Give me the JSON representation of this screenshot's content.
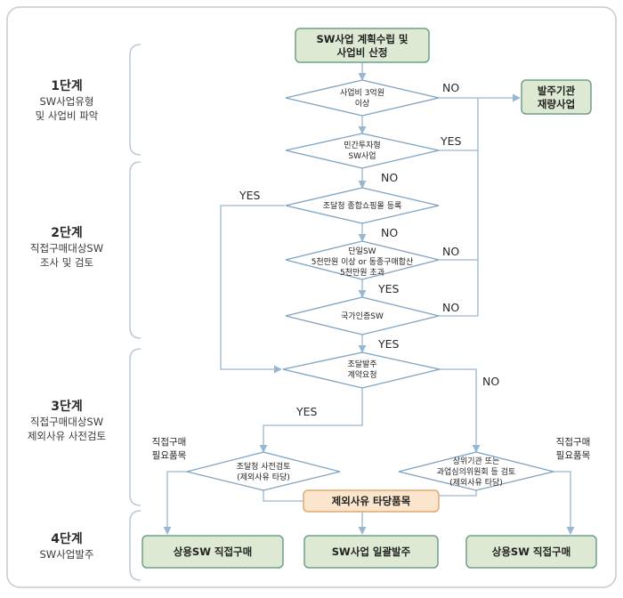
{
  "stages": [
    {
      "title": "1단계",
      "lines": [
        "SW사업유형",
        "및 사업비 파악"
      ]
    },
    {
      "title": "2단계",
      "lines": [
        "직접구매대상SW",
        "조사 및 검토"
      ]
    },
    {
      "title": "3단계",
      "lines": [
        "직접구매대상SW",
        "제외사유 사전검토"
      ]
    },
    {
      "title": "4단계",
      "lines": [
        "SW사업발주"
      ]
    }
  ],
  "nodes": {
    "start": [
      "SW사업 계획수립 및",
      "사업비 산정"
    ],
    "d1": [
      "사업비 3억원",
      "이상"
    ],
    "ordering": [
      "발주기관",
      "재량사업"
    ],
    "d2": [
      "민간투자형",
      "SW사업"
    ],
    "d3": [
      "조달청 종합쇼핑몰 등록"
    ],
    "d4": [
      "단일SW",
      "5천만원 이상 or 동종구매합산",
      "5천만원 초과"
    ],
    "d5": [
      "국가인증SW"
    ],
    "d6": [
      "조달발주",
      "계약요청"
    ],
    "d7": [
      "조달청 사전검토",
      "(제외사유 타당)"
    ],
    "d8": [
      "상위기관 또는",
      "과업심의위원회 등 검토",
      "(제외사유 타당)"
    ],
    "exempt": [
      "제외사유 타당품목"
    ],
    "out_left": [
      "상용SW 직접구매"
    ],
    "out_mid": [
      "SW사업 일괄발주"
    ],
    "out_right": [
      "상용SW 직접구매"
    ]
  },
  "labels": {
    "no1": "NO",
    "yes1": "YES",
    "no2": "NO",
    "yes_left": "YES",
    "no3": "NO",
    "no4": "NO",
    "yes2": "YES",
    "no5": "NO",
    "yes3": "YES",
    "no6": "NO",
    "yes4": "YES",
    "need_left": [
      "직접구매",
      "필요품목"
    ],
    "need_right": [
      "직접구매",
      "필요품목"
    ]
  },
  "colors": {
    "box_fill": "#dde9d3",
    "box_stroke": "#6f9f8a",
    "diamond_stroke": "#7ea3c2",
    "line": "#9bb7cf",
    "orange_fill": "#fbe5cc",
    "orange_stroke": "#e2a872",
    "frame": "#c9c9c9"
  }
}
